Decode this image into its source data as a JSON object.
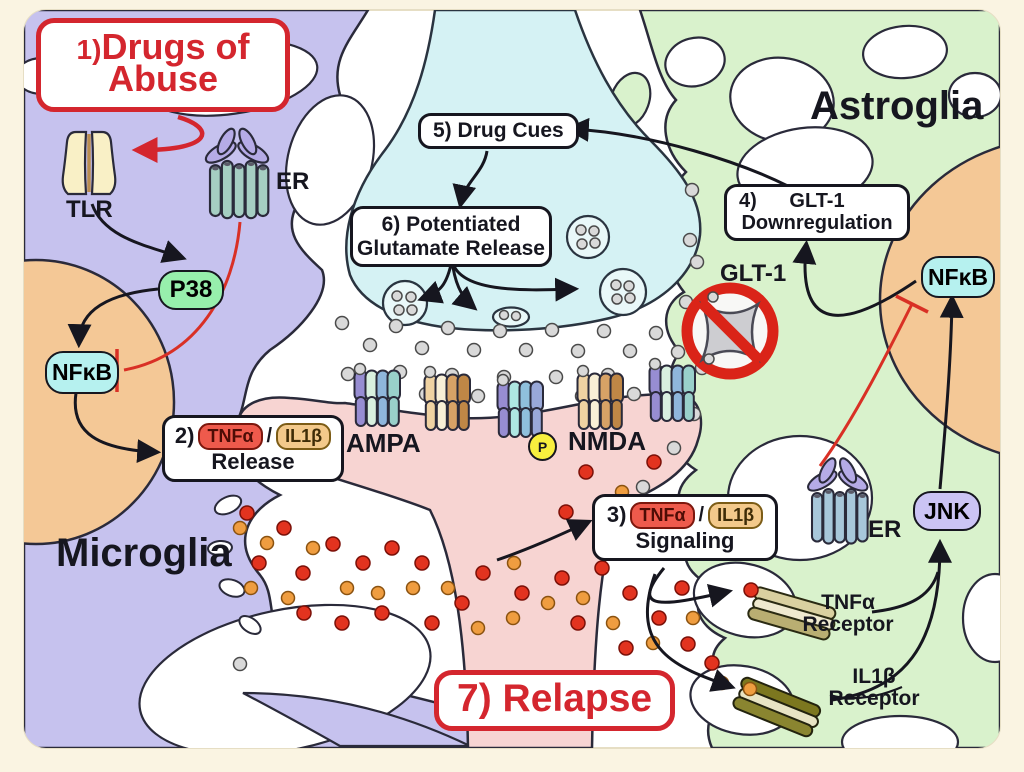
{
  "figure": {
    "type": "neuroimmune signaling diagram"
  },
  "labels": {
    "microglia": "Microglia",
    "astroglia": "Astroglia",
    "tlr": "TLR",
    "er_microglia": "ER",
    "er_astroglia": "ER",
    "p38": "P38",
    "nfkb_microglia": "NFκB",
    "nfkb_astroglia": "NFκB",
    "jnk": "JNK",
    "ampa": "AMPA",
    "nmda": "NMDA",
    "glt1": "GLT-1",
    "phospho": "P",
    "tnfa_receptor_line1": "TNFα",
    "tnfa_receptor_line2": "Receptor",
    "il1b_receptor_line1": "IL1β",
    "il1b_receptor_line2": "Receptor"
  },
  "callouts": {
    "box1": {
      "number": "1)",
      "line1": "Drugs of",
      "line2": "Abuse"
    },
    "box2": {
      "number": "2)",
      "pill1": "TNFα",
      "separator": "/",
      "pill2": "IL1β",
      "line2": "Release"
    },
    "box3": {
      "number": "3)",
      "pill1": "TNFα",
      "separator": "/",
      "pill2": "IL1β",
      "line2": "Signaling"
    },
    "box4": {
      "number": "4)",
      "line1": "GLT-1",
      "line2": "Downregulation"
    },
    "box5": {
      "number": "5)",
      "text": "Drug Cues"
    },
    "box6": {
      "number": "6)",
      "line1": "Potentiated",
      "line2": "Glutamate Release"
    },
    "box7": {
      "number": "7)",
      "text": "Relapse"
    }
  },
  "colors": {
    "accent_red": "#d4262e",
    "microglia_fill": "#c6c2ee",
    "astroglia_fill": "#d9f2cc",
    "presynaptic_fill": "#d5f2f4",
    "postsynaptic_fill": "#f7d4d2",
    "nucleus_fill": "#f4c896",
    "nfkb_fill": "#b6f1ef",
    "p38_fill": "#97efac",
    "jnk_fill": "#cbc4f4",
    "tnfa_fill": "#ee5a4c",
    "il1b_fill": "#f3c98b",
    "glutamate_dot": "#d9d9d9",
    "tnfa_dot": "#e2331f",
    "il1b_dot": "#ef9d40",
    "phospho_fill": "#f8ef3e"
  }
}
